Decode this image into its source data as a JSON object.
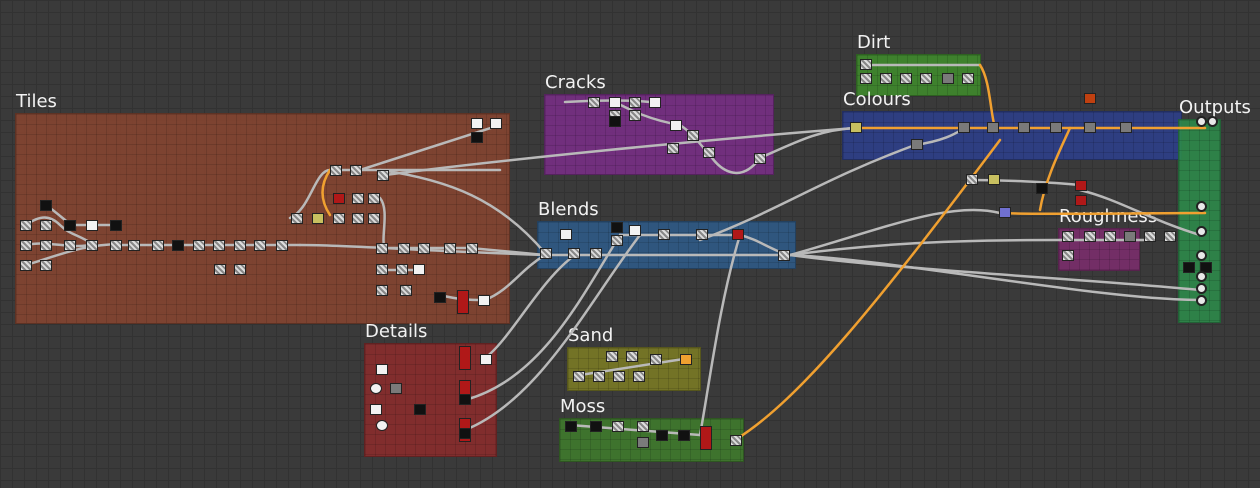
{
  "graph": {
    "frames": {
      "tiles": {
        "title": "Tiles",
        "color": "#8a4530"
      },
      "cracks": {
        "title": "Cracks",
        "color": "#7b2e8a"
      },
      "dirt": {
        "title": "Dirt",
        "color": "#3f8a2c"
      },
      "colours": {
        "title": "Colours",
        "color": "#2d3f8a"
      },
      "outputs": {
        "title": "Outputs",
        "color": "#2d8a4a"
      },
      "blends": {
        "title": "Blends",
        "color": "#2f5a86"
      },
      "roughness": {
        "title": "Roughness",
        "color": "#7a2e6c"
      },
      "details": {
        "title": "Details",
        "color": "#8a2c2c"
      },
      "sand": {
        "title": "Sand",
        "color": "#7a7a25"
      },
      "moss": {
        "title": "Moss",
        "color": "#3f7a2c"
      }
    },
    "wire_colors": {
      "default": "#b9b9b9",
      "highlight": "#f0a030"
    }
  }
}
